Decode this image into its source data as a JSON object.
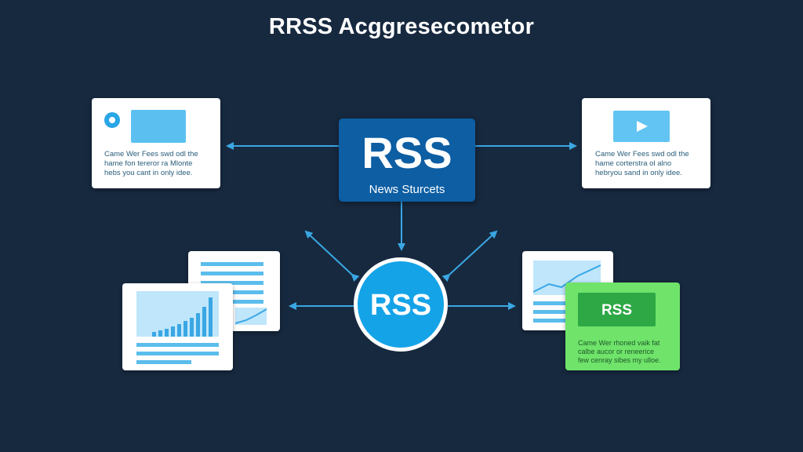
{
  "title": "RRSS Acggresecometor",
  "hub": {
    "label": "RSS",
    "sublabel": "News Sturcets"
  },
  "center": {
    "label": "RSS"
  },
  "cards": {
    "top_left_text": "Came Wer Fees swd odl the\nhame fon tereror ra Mlonte\nhebs you cant in only idee.",
    "top_right_text": "Came Wer Fees swd odl the\nhame corterstra ol alno\nhebryou sand in only idee.",
    "green_label": "RSS",
    "green_text": "Came Wer rhoned vaik fat\ncalbe aucor or reneerice\nfew cenray sibes my ulloe."
  },
  "colors": {
    "background": "#17293f",
    "hub": "#0d5ea3",
    "center": "#15a3e8",
    "arrow": "#3aa7e4",
    "green": "#6fe36a"
  }
}
